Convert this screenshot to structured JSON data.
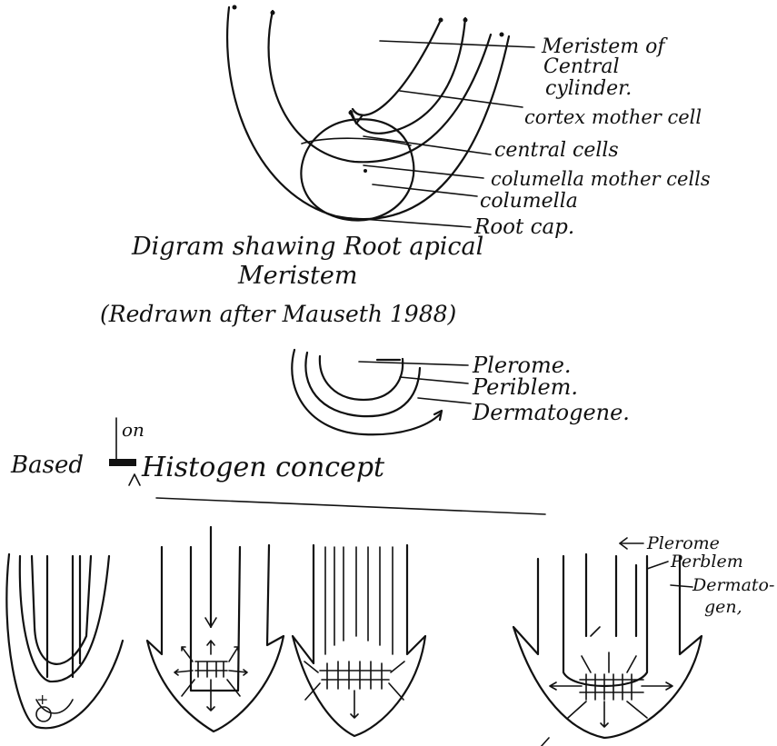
{
  "diagram_top": {
    "labels": [
      "Meristem of",
      "Central",
      "cylinder.",
      "cortex mother cell",
      "central cells",
      "columella mother cells",
      "columella",
      "Root cap."
    ],
    "caption_line1": "Digram shawing Root apical",
    "caption_line2": "Meristem",
    "caption_line3": "(Redrawn after Mauseth 1988)"
  },
  "diagram_middle": {
    "labels": [
      "Plerome.",
      "Periblem.",
      "Dermatogene."
    ]
  },
  "concept_heading": {
    "insert_word": "on",
    "text_before": "Based",
    "text_after": "Histogen concept"
  },
  "diagram_bottom": {
    "labels": [
      "Plerome",
      "Perblem",
      "Dermato-",
      "gen,"
    ]
  }
}
